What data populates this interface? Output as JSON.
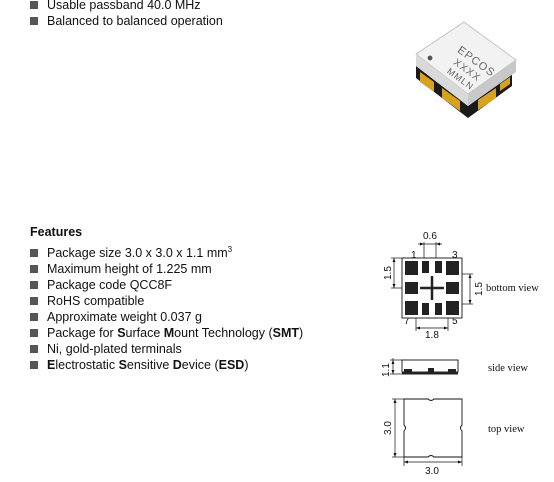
{
  "top_bullets": [
    "Usable passband 40.0 MHz",
    "Balanced to balanced operation"
  ],
  "features": {
    "title": "Features",
    "items": {
      "package_size": {
        "text": "Package size 3.0 x 3.0 x 1.1 mm",
        "sup": "3"
      },
      "max_height": "Maximum height of 1.225 mm",
      "package_code": "Package code QCC8F",
      "rohs": "RoHS compatible",
      "weight": "Approximate weight 0.037 g",
      "smt": {
        "a": "Package for ",
        "b1": "S",
        "c": "urface ",
        "b2": "M",
        "d": "ount ",
        "e": "Technology (",
        "b3": "SMT",
        "f": ")"
      },
      "terminals": "Ni, gold-plated terminals",
      "esd": {
        "b1": "E",
        "a": "lectrostatic ",
        "b2": "S",
        "b": "ensitive ",
        "b3": "D",
        "c": "evice (",
        "b4": "ESD",
        "d": ")"
      }
    }
  },
  "chip_marking": {
    "line1": "EPCOS",
    "line2": "XXXX",
    "line3": "MMLN"
  },
  "drawing": {
    "bottom_view": {
      "label": "bottom view",
      "dim_pad_pitch": "0.6",
      "dim_left": "1.5",
      "dim_right": "1.5",
      "dim_bottom": "1.8",
      "pin_1": "1",
      "pin_3": "3",
      "pin_5": "5",
      "pin_7": "7"
    },
    "side_view": {
      "label": "side view",
      "dim_height": "1.1"
    },
    "top_view": {
      "label": "top view",
      "dim_height": "3.0",
      "dim_width": "3.0"
    }
  },
  "colors": {
    "chip_body": "#f2f2f2",
    "chip_base": "#1a1a1a",
    "chip_terminal": "#d7a21f",
    "bullet": "#555555"
  }
}
